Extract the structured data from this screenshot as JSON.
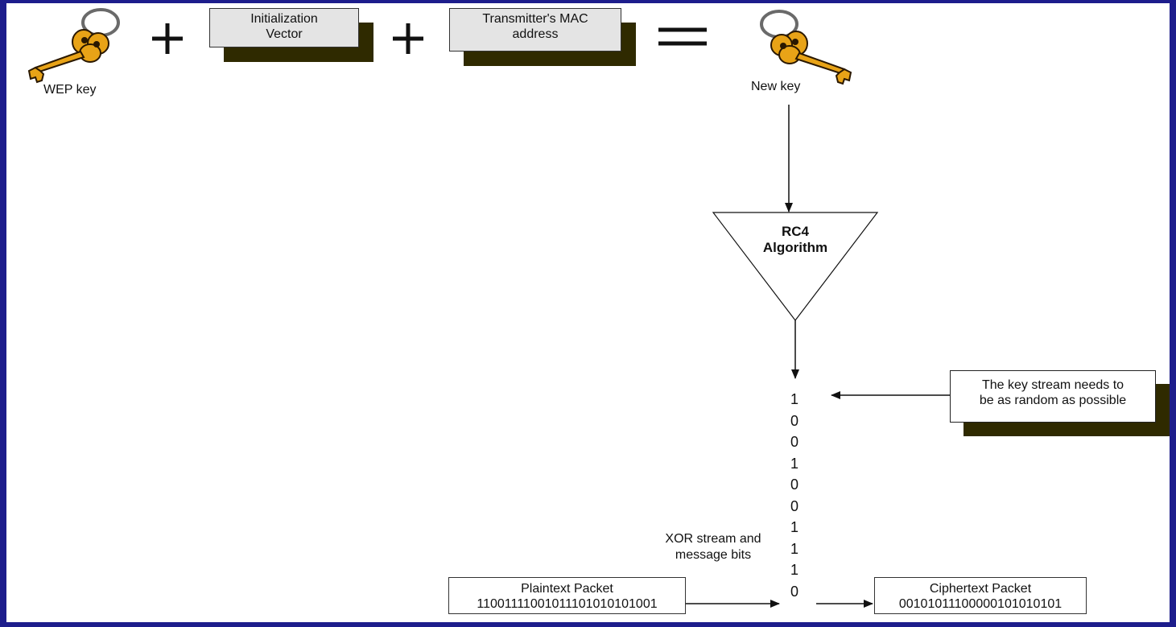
{
  "inputs": {
    "wep_key_label": "WEP key",
    "iv_label_line1": "Initialization",
    "iv_label_line2": "Vector",
    "mac_label_line1": "Transmitter's MAC",
    "mac_label_line2": "address",
    "new_key_label": "New key"
  },
  "operators": {
    "plus": "+"
  },
  "rc4": {
    "line1": "RC4",
    "line2": "Algorithm"
  },
  "keystream": {
    "bits": [
      "1",
      "0",
      "0",
      "1",
      "0",
      "0",
      "1",
      "1",
      "1",
      "0"
    ],
    "note_line1": "The key stream needs to",
    "note_line2": "be as random as possible"
  },
  "xor": {
    "line1": "XOR stream and",
    "line2": "message bits"
  },
  "plaintext": {
    "title": "Plaintext Packet",
    "bits": "11001111001011101010101001"
  },
  "ciphertext": {
    "title": "Ciphertext Packet",
    "bits": "00101011100000101010101"
  },
  "colors": {
    "frame": "#1d1d8c",
    "key_gold": "#e8a317",
    "shadow": "#2f2a00"
  }
}
